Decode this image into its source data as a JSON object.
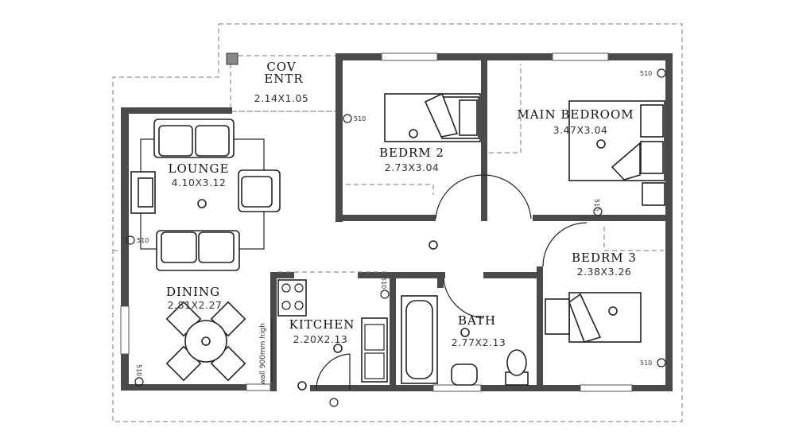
{
  "rooms": [
    {
      "id": "cov-entr",
      "name": "COV",
      "name2": "ENTR",
      "dims": "2.14X1.05"
    },
    {
      "id": "lounge",
      "name": "LOUNGE",
      "dims": "4.10X3.12"
    },
    {
      "id": "bedrm2",
      "name": "BEDRM 2",
      "dims": "2.73X3.04"
    },
    {
      "id": "main-bedroom",
      "name": "MAIN BEDROOM",
      "dims": "3.47X3.04"
    },
    {
      "id": "bedrm3",
      "name": "BEDRM 3",
      "dims": "2.38X3.26"
    },
    {
      "id": "dining",
      "name": "DINING",
      "dims": "2.81X2.27"
    },
    {
      "id": "kitchen",
      "name": "KITCHEN",
      "dims": "2.20X2.13"
    },
    {
      "id": "bath",
      "name": "BATH",
      "dims": "2.77X2.13"
    }
  ],
  "notes": {
    "wall_note": "wall 900mm high"
  },
  "tags": {
    "t1": "510",
    "t2": "510",
    "t3": "510",
    "t4": "510",
    "t5": "510",
    "t6": "510",
    "t7": "510"
  },
  "colors": {
    "wall": "#4a4a4a",
    "line": "#222222"
  }
}
